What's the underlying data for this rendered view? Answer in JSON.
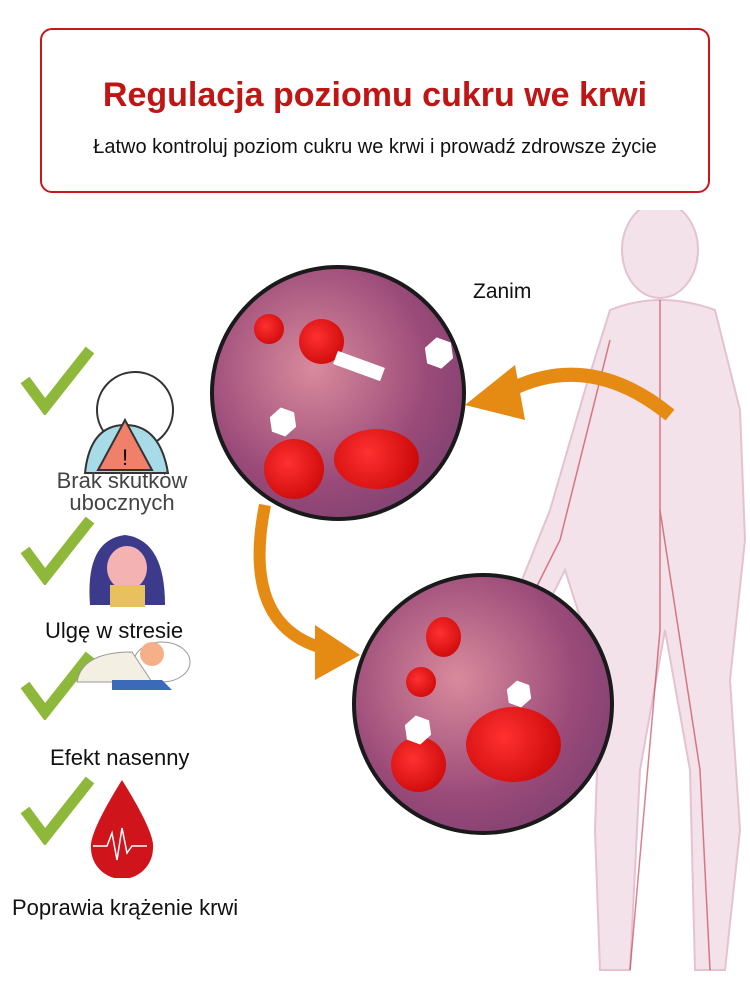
{
  "header": {
    "title": "Regulacja poziomu cukru we krwi",
    "subtitle": "Łatwo kontroluj poziom cukru we krwi i prowadź zdrowsze życie"
  },
  "illustration": {
    "before_label": "Zanim"
  },
  "benefits": [
    {
      "label_line1": "Brak skutków",
      "label_line2": "ubocznych",
      "icon": "side-effects-warning-icon"
    },
    {
      "label": "Ulgę w stresie",
      "icon": "stressed-woman-icon"
    },
    {
      "label": "Efekt nasenny",
      "icon": "sleeping-person-icon"
    },
    {
      "label": "Poprawia krążenie krwi",
      "icon": "blood-drop-icon"
    }
  ],
  "colors": {
    "accent": "#c01515",
    "check": "#8db83a",
    "arrow": "#e58a12"
  }
}
